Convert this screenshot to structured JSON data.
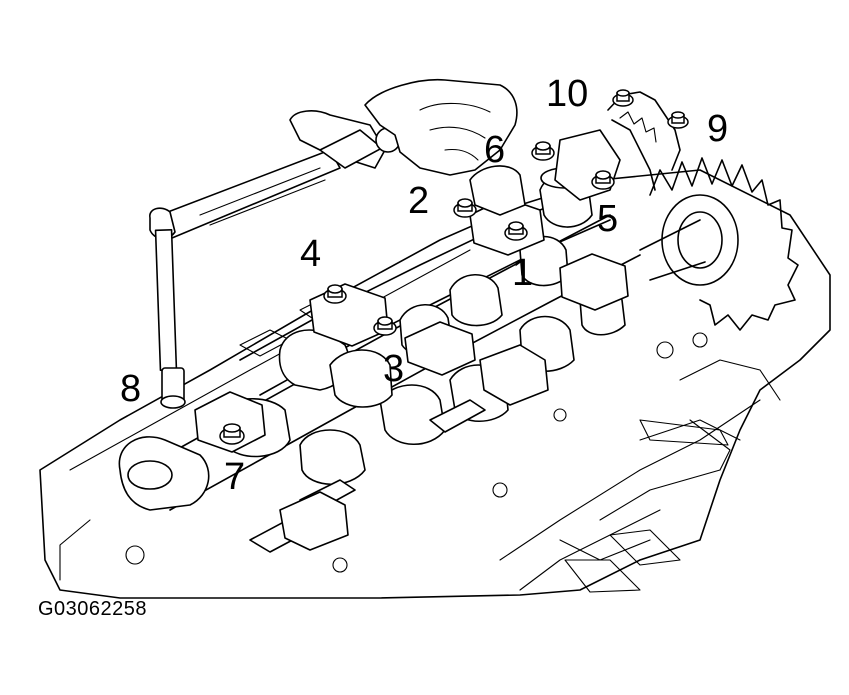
{
  "figure_code": "G03062258",
  "colors": {
    "line": "#000000",
    "background": "#ffffff"
  },
  "callouts": [
    {
      "id": "bolt-1",
      "label": "1"
    },
    {
      "id": "bolt-2",
      "label": "2"
    },
    {
      "id": "bolt-3",
      "label": "3"
    },
    {
      "id": "bolt-4",
      "label": "4"
    },
    {
      "id": "bolt-5",
      "label": "5"
    },
    {
      "id": "bolt-6",
      "label": "6"
    },
    {
      "id": "bolt-7",
      "label": "7"
    },
    {
      "id": "bolt-8",
      "label": "8"
    },
    {
      "id": "bolt-9",
      "label": "9"
    },
    {
      "id": "bolt-10",
      "label": "10"
    }
  ]
}
